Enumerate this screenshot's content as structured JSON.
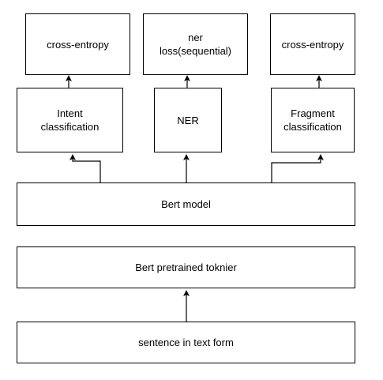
{
  "diagram": {
    "nodes": {
      "loss_intent": "cross-entropy",
      "loss_ner": "ner\nloss(sequential)",
      "loss_fragment": "cross-entropy",
      "intent": "Intent\nclassification",
      "ner": "NER",
      "fragment": "Fragment\nclassification",
      "bert_model": "Bert model",
      "tokenizer": "Bert pretrained toknier",
      "input": "sentence in text form"
    }
  }
}
